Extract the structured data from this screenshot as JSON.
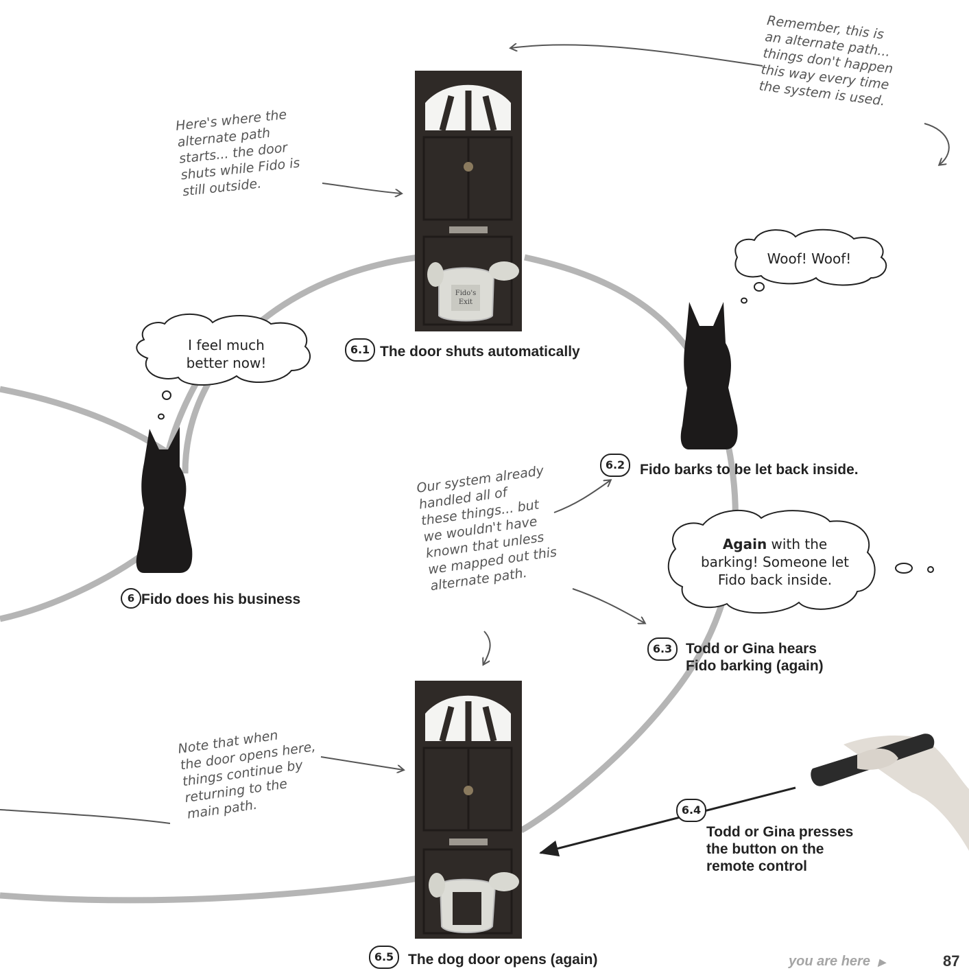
{
  "colors": {
    "path_gray": "#b5b5b5",
    "door_dark": "#2f2a27",
    "ink": "#222222",
    "annotation": "#555555"
  },
  "steps": {
    "s6_1": {
      "badge": "6.1",
      "label": "The door shuts automatically"
    },
    "s6_2": {
      "badge": "6.2",
      "label": "Fido barks to be let back inside."
    },
    "s6": {
      "badge": "6",
      "label": "Fido does his business"
    },
    "s6_3": {
      "badge": "6.3",
      "label_lines": [
        "Todd or Gina hears",
        "Fido barking (again)"
      ]
    },
    "s6_4": {
      "badge": "6.4",
      "label_lines": [
        "Todd or Gina presses",
        "the button on the",
        "remote control"
      ]
    },
    "s6_5": {
      "badge": "6.5",
      "label": "The dog door opens (again)"
    }
  },
  "bubbles": {
    "woof": "Woof! Woof!",
    "better_lines": [
      "I feel much",
      "better now!"
    ],
    "again": {
      "bold": "Again",
      "rest_line1": " with the",
      "line2": "barking! Someone let",
      "line3": "Fido back inside."
    }
  },
  "door_sign": [
    "Fido's",
    "Exit"
  ],
  "annotations": {
    "remember": [
      "Remember, this is",
      "an alternate path...",
      "things don't happen",
      "this way every time",
      "the system is used."
    ],
    "here": [
      "Here's where the",
      "alternate path",
      "starts... the door",
      "shuts while Fido is",
      "still outside."
    ],
    "system": [
      "Our system already",
      "handled all of",
      "these things... but",
      "we wouldn't have",
      "known that unless",
      "we mapped out this",
      "alternate path."
    ],
    "note": [
      "Note that when",
      "the door opens here,",
      "things continue by",
      "returning to the",
      "main path."
    ]
  },
  "footer": {
    "you_are_here": "you are here",
    "page_number": "87"
  }
}
